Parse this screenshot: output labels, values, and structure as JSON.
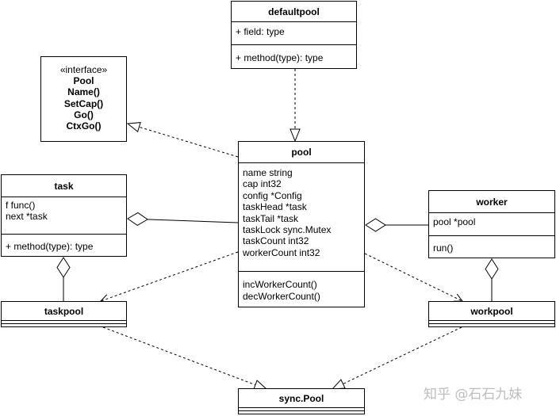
{
  "classes": {
    "defaultpool": {
      "name": "defaultpool",
      "fields": [
        "+ field: type"
      ],
      "methods": [
        "+ method(type): type"
      ]
    },
    "pool_interface": {
      "stereotype": "«interface»",
      "lines": [
        "Pool",
        "Name()",
        "SetCap()",
        "Go()",
        "CtxGo()"
      ]
    },
    "pool": {
      "name": "pool",
      "fields": [
        "name string",
        "cap int32",
        "config *Config",
        "taskHead *task",
        "taskTail *task",
        "taskLock sync.Mutex",
        "taskCount int32",
        "workerCount int32"
      ],
      "methods": [
        "incWorkerCount()",
        "decWorkerCount()"
      ]
    },
    "task": {
      "name": "task",
      "fields": [
        "f func()",
        "next *task"
      ],
      "methods": [
        "+ method(type): type"
      ]
    },
    "worker": {
      "name": "worker",
      "fields": [
        "pool *pool"
      ],
      "methods": [
        "run()"
      ]
    },
    "taskpool": {
      "name": "taskpool"
    },
    "workpool": {
      "name": "workpool"
    },
    "sync_pool": {
      "name": "sync.Pool"
    }
  },
  "watermark": {
    "text": "知乎 @石石九妹"
  }
}
